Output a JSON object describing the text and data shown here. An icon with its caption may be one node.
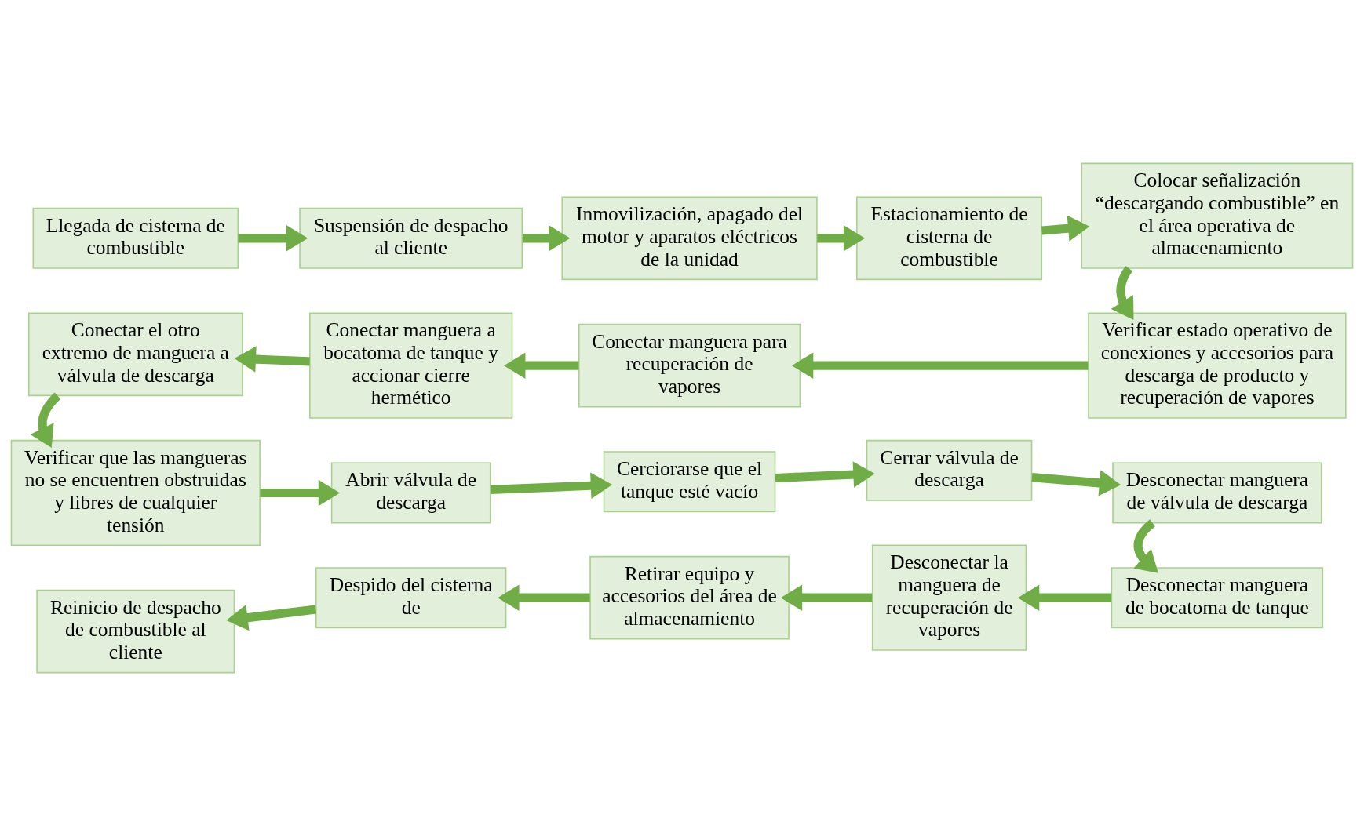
{
  "diagram": {
    "nodes": [
      {
        "text": [
          "Llegada de cisterna de combustible"
        ]
      },
      {
        "text": [
          "Suspensión de despacho al cliente"
        ]
      },
      {
        "text": [
          "Inmovilización, apagado del motor y aparatos eléctricos de la unidad"
        ]
      },
      {
        "text": [
          "Estacionamiento de cisterna de combustible"
        ]
      },
      {
        "text": [
          "Colocar señalización “descargando combustible” en el área operativa de almacenamiento"
        ]
      },
      {
        "text": [
          "Conectar el otro extremo de manguera a válvula de descarga"
        ]
      },
      {
        "text": [
          "Conectar manguera a bocatoma de tanque y accionar cierre hermético"
        ]
      },
      {
        "text": [
          "Conectar manguera para recuperación de vapores"
        ]
      },
      {
        "text": [
          "Verificar estado operativo de conexiones y accesorios para descarga de producto y recuperación de vapores"
        ]
      },
      {
        "text": [
          "Verificar que las mangueras no se encuentren obstruidas y libres de cualquier tensión"
        ]
      },
      {
        "text": [
          "Abrir válvula de descarga"
        ]
      },
      {
        "text": [
          "Cerciorarse que el tanque esté vacío"
        ]
      },
      {
        "text": [
          "Cerrar válvula de descarga"
        ]
      },
      {
        "text": [
          "Desconectar manguera de válvula de descarga"
        ]
      },
      {
        "text": [
          "Reinicio de despacho de combustible al cliente"
        ]
      },
      {
        "text": [
          "Despido del cisterna de"
        ]
      },
      {
        "text": [
          "Retirar equipo y accesorios del área de almacenamiento"
        ]
      },
      {
        "text": [
          "Desconectar la manguera de recuperación de vapores"
        ]
      },
      {
        "text": [
          "Desconectar manguera de bocatoma de tanque"
        ]
      }
    ],
    "edges": [
      {
        "from": 0,
        "to": 1,
        "arrow": "to"
      },
      {
        "from": 1,
        "to": 2,
        "arrow": "to"
      },
      {
        "from": 2,
        "to": 3,
        "arrow": "to"
      },
      {
        "from": 3,
        "to": 4,
        "arrow": "to"
      },
      {
        "from": 4,
        "to": 8,
        "arrow": "to"
      },
      {
        "from": 8,
        "to": 7,
        "arrow": "to"
      },
      {
        "from": 7,
        "to": 6,
        "arrow": "to"
      },
      {
        "from": 6,
        "to": 5,
        "arrow": "to"
      },
      {
        "from": 5,
        "to": 9,
        "arrow": "to"
      },
      {
        "from": 9,
        "to": 10,
        "arrow": "to"
      },
      {
        "from": 10,
        "to": 11,
        "arrow": "to"
      },
      {
        "from": 11,
        "to": 12,
        "arrow": "to"
      },
      {
        "from": 12,
        "to": 13,
        "arrow": "to"
      },
      {
        "from": 13,
        "to": 18,
        "arrow": "to"
      },
      {
        "from": 18,
        "to": 17,
        "arrow": "to"
      },
      {
        "from": 17,
        "to": 16,
        "arrow": "to"
      },
      {
        "from": 16,
        "to": 15,
        "arrow": "to"
      },
      {
        "from": 15,
        "to": 14,
        "arrow": "to"
      }
    ]
  }
}
